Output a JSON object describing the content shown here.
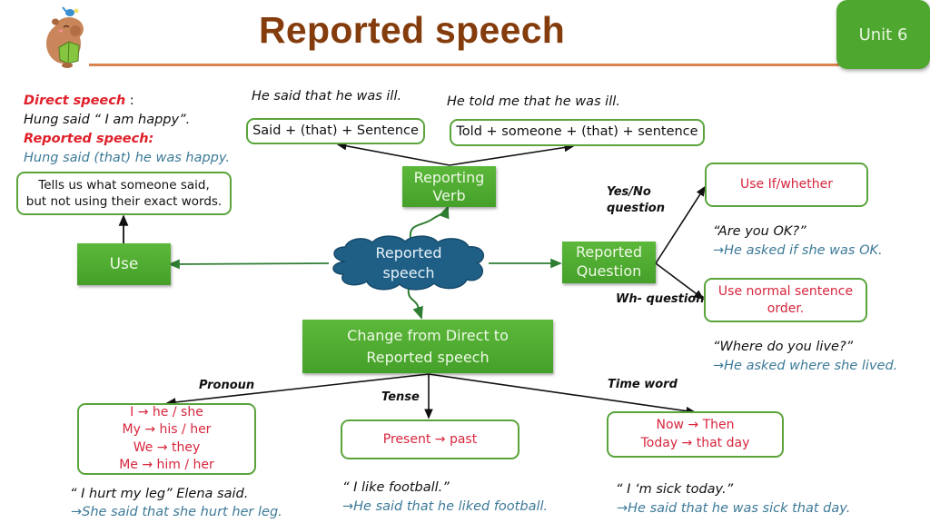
{
  "header": {
    "title": "Reported speech",
    "unit_badge": "Unit 6",
    "mascot_icon": "capybara-reading-book-icon"
  },
  "definition": {
    "direct_heading": "Direct speech",
    "direct_colon": " :",
    "direct_example": "Hung said “ I am happy”.",
    "reported_heading": "Reported speech:",
    "reported_example": "Hung said (that) he was happy."
  },
  "center": {
    "cloud_line1": "Reported",
    "cloud_line2": "speech"
  },
  "use_branch": {
    "label": "Use",
    "description_line1": "Tells us what someone said,",
    "description_line2": "but not using their exact words."
  },
  "reporting_verb": {
    "label_line1": "Reporting",
    "label_line2": "Verb",
    "said": {
      "example": "He said that he was ill.",
      "rule": "Said + (that) + Sentence"
    },
    "told": {
      "example": "He told me that he was ill.",
      "rule": "Told + someone + (that) + sentence"
    }
  },
  "reported_question": {
    "label_line1": "Reported",
    "label_line2": "Question",
    "yes_no": {
      "label_line1": "Yes/No",
      "label_line2": "question",
      "rule": "Use If/whether",
      "example_direct": "“Are you OK?”",
      "example_reported": "→He asked if she was OK."
    },
    "wh": {
      "label": "Wh- question",
      "rule_line1": "Use normal sentence",
      "rule_line2": "order.",
      "example_direct": "“Where do you live?”",
      "example_reported": "→He asked where she lived."
    }
  },
  "change": {
    "label_line1": "Change from Direct to",
    "label_line2": "Reported speech",
    "pronoun": {
      "label": "Pronoun",
      "rules": [
        "I → he / she",
        "My → his / her",
        "We → they",
        "Me → him / her"
      ],
      "example_direct": "“ I hurt my leg” Elena said.",
      "example_reported": "→She said that she hurt her leg."
    },
    "tense": {
      "label": "Tense",
      "rule": "Present → past",
      "example_direct": "“ I like football.”",
      "example_reported": "→He said that he liked football."
    },
    "time_word": {
      "label": "Time word",
      "rules": [
        "Now → Then",
        "Today → that day"
      ],
      "example_direct": "“ I ‘m sick today.”",
      "example_reported": "→He said that he was sick that day."
    }
  },
  "colors": {
    "title": "#843c0c",
    "title_rule": "#d9834f",
    "green_fill": "#4ea72e",
    "green_outline": "#5aa43b",
    "cloud_fill": "#1f5f86",
    "rule_red": "#d7263d",
    "example_blue": "#3d7a98"
  }
}
